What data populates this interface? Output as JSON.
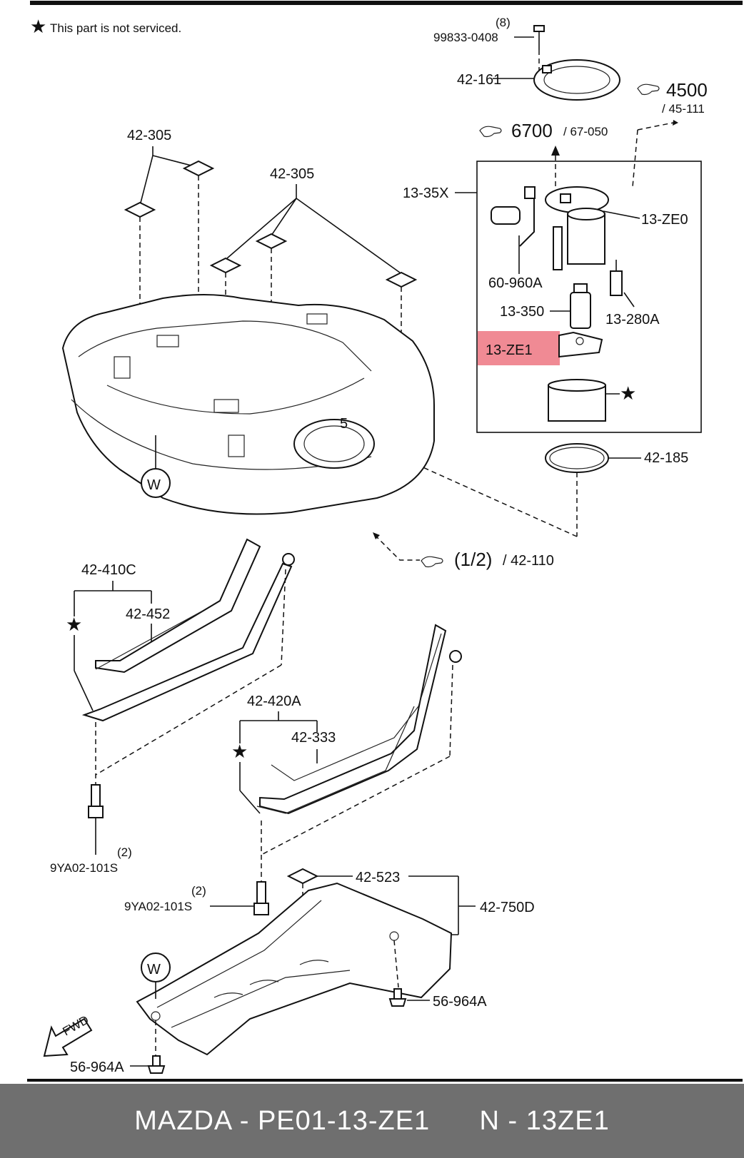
{
  "note": "This part is not serviced.",
  "labels": {
    "p_99833": "99833-0408",
    "p_99833_qty": "(8)",
    "p_42_161": "42-161",
    "ref_4500": "4500",
    "ref_45_111": "/ 45-111",
    "ref_6700": "6700",
    "ref_67_050": "/ 67-050",
    "p_42_305_a": "42-305",
    "p_42_305_b": "42-305",
    "p_13_35x": "13-35X",
    "p_13_ze0": "13-ZE0",
    "p_60_960a": "60-960A",
    "p_13_350": "13-350",
    "p_13_280a": "13-280A",
    "p_13_ze1": "13-ZE1",
    "p_42_185": "42-185",
    "ref_1_2": "(1/2)",
    "ref_42_110": "/ 42-110",
    "p_42_410c": "42-410C",
    "p_42_452": "42-452",
    "p_42_420a": "42-420A",
    "p_42_333": "42-333",
    "p_9ya02_a": "9YA02-101S",
    "p_9ya02_a_qty": "(2)",
    "p_9ya02_b": "9YA02-101S",
    "p_9ya02_b_qty": "(2)",
    "p_42_523": "42-523",
    "p_42_750d": "42-750D",
    "p_56_964a_a": "56-964A",
    "p_56_964a_b": "56-964A",
    "w_mark": "W",
    "fwd": "FWD",
    "star": "★",
    "five": "5"
  },
  "highlight_color": "#f08a94",
  "footer": {
    "left": "MAZDA - PE01-13-ZE1",
    "right": "N - 13ZE1"
  }
}
